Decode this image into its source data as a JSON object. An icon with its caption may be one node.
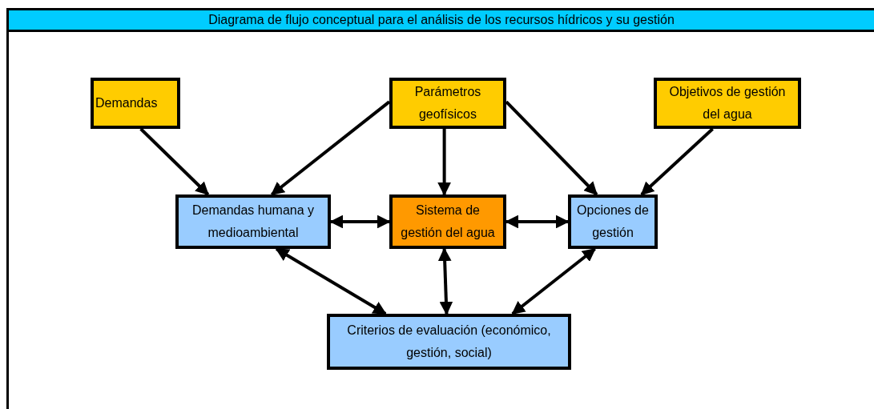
{
  "diagram": {
    "title": "Diagrama de flujo conceptual para el análisis de los recursos hídricos y su gestión",
    "nodes": [
      {
        "text": [
          "Demandas"
        ]
      },
      {
        "text": [
          "Parámetros geofísicos"
        ]
      },
      {
        "text": [
          "Objetivos de gestión del agua"
        ]
      },
      {
        "text": [
          "Demandas humana y medioambiental"
        ]
      },
      {
        "text": [
          "Sistema de gestión del agua"
        ]
      },
      {
        "text": [
          "Opciones de gestión"
        ]
      },
      {
        "text": [
          "Criterios de evaluación (económico, gestión, social)"
        ]
      }
    ],
    "edges": [
      {
        "from": 0,
        "to": 3,
        "arrow": "to"
      },
      {
        "from": 1,
        "to": 3,
        "arrow": "to"
      },
      {
        "from": 1,
        "to": 4,
        "arrow": "to"
      },
      {
        "from": 1,
        "to": 5,
        "arrow": "to"
      },
      {
        "from": 2,
        "to": 5,
        "arrow": "to"
      },
      {
        "from": 3,
        "to": 4,
        "arrow": "both"
      },
      {
        "from": 4,
        "to": 5,
        "arrow": "both"
      },
      {
        "from": 3,
        "to": 6,
        "arrow": "both"
      },
      {
        "from": 4,
        "to": 6,
        "arrow": "both"
      },
      {
        "from": 5,
        "to": 6,
        "arrow": "both"
      }
    ]
  }
}
